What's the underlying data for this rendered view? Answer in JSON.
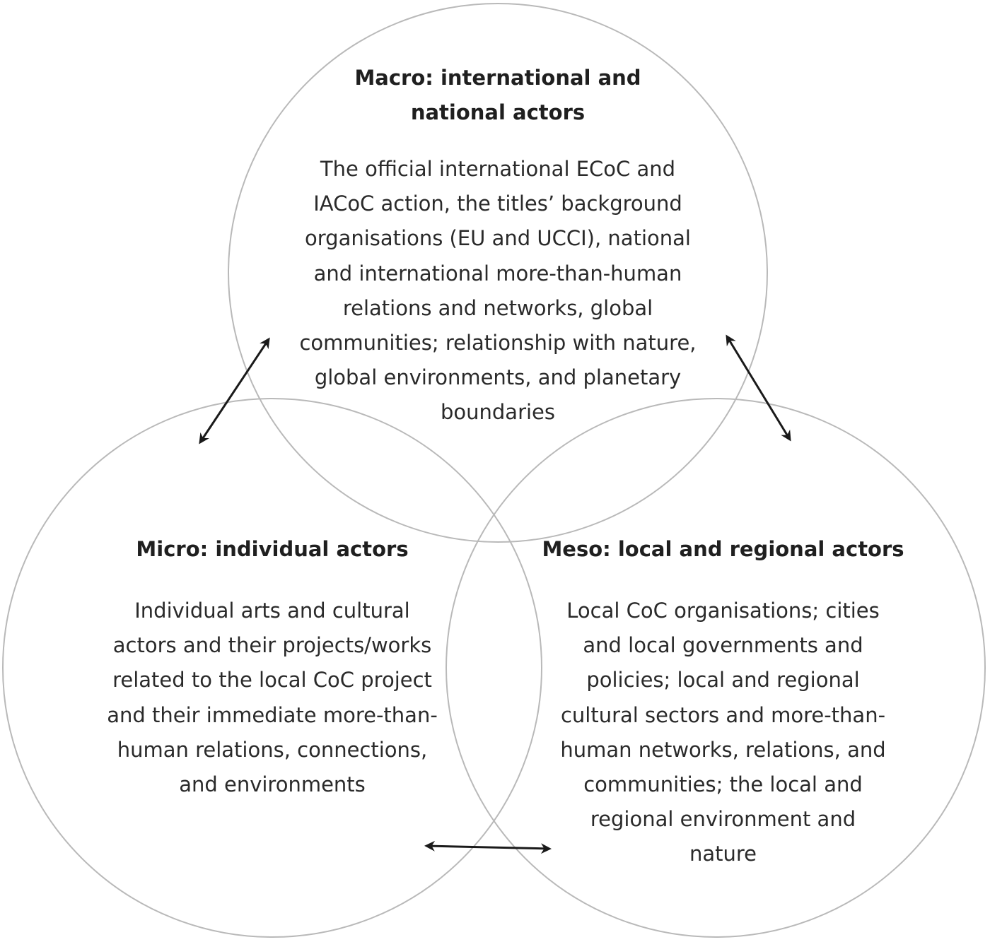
{
  "diagram": {
    "circles": {
      "macro": {
        "title": "Macro: international and\nnational actors",
        "description": "The official international ECoC and\nIACoC action, the titles’ background\norganisations (EU and UCCI), national\nand international more-than-human\nrelations and networks, global\ncommunities; relationship with nature,\nglobal environments, and planetary\nboundaries"
      },
      "micro": {
        "title": "Micro: individual actors",
        "description": "Individual arts and cultural\nactors and their projects/works\nrelated to the local CoC project\nand their immediate more-than-\nhuman relations, connections,\nand environments"
      },
      "meso": {
        "title": "Meso: local and regional actors",
        "description": "Local CoC organisations; cities\nand local governments and\npolicies; local and regional\ncultural sectors and more-than-\nhuman networks, relations, and\ncommunities; the local and\nregional environment and\nnature"
      }
    },
    "arrows": [
      {
        "from": "micro",
        "to": "macro",
        "direction": "bidirectional"
      },
      {
        "from": "macro",
        "to": "meso",
        "direction": "bidirectional"
      },
      {
        "from": "micro",
        "to": "meso",
        "direction": "bidirectional"
      }
    ],
    "colors": {
      "circle_stroke": "#b9b9b9",
      "arrow": "#1a1a1a",
      "text": "#222222"
    }
  }
}
